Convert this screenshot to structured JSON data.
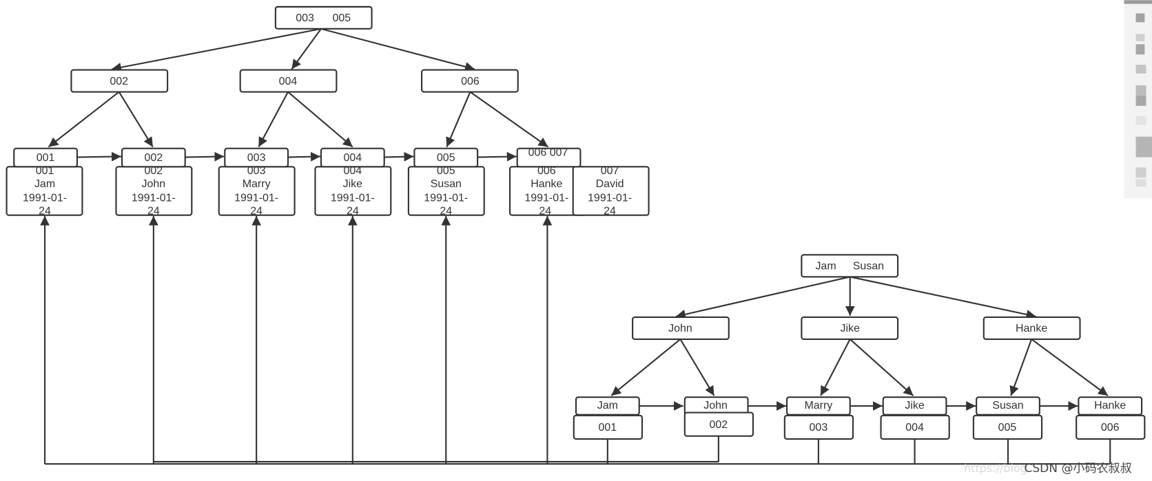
{
  "clustered_index": {
    "root": {
      "keys": [
        "003",
        "005"
      ]
    },
    "internal": [
      {
        "key": "002"
      },
      {
        "key": "004"
      },
      {
        "key": "006"
      }
    ],
    "leaf_keys": [
      "001",
      "002",
      "003",
      "004",
      "005",
      "006 007"
    ],
    "rows": [
      {
        "id": "001",
        "name": "Jam",
        "date_lines": [
          "1991-01-",
          "24"
        ]
      },
      {
        "id": "002",
        "name": "John",
        "date_lines": [
          "1991-01-",
          "24"
        ]
      },
      {
        "id": "003",
        "name": "Marry",
        "date_lines": [
          "1991-01-",
          "24"
        ]
      },
      {
        "id": "004",
        "name": "Jike",
        "date_lines": [
          "1991-01-",
          "24"
        ]
      },
      {
        "id": "005",
        "name": "Susan",
        "date_lines": [
          "1991-01-",
          "24"
        ]
      },
      {
        "id": "006",
        "name": "Hanke",
        "date_lines": [
          "1991-01-",
          "24"
        ]
      },
      {
        "id": "007",
        "name": "David",
        "date_lines": [
          "1991-01-",
          "24"
        ]
      }
    ]
  },
  "secondary_index": {
    "root": {
      "keys": [
        "Jam",
        "Susan"
      ]
    },
    "internal": [
      {
        "key": "John"
      },
      {
        "key": "Jike"
      },
      {
        "key": "Hanke"
      }
    ],
    "leaves": [
      {
        "key": "Jam",
        "ref": "001"
      },
      {
        "key": "John",
        "ref": "002"
      },
      {
        "key": "Marry",
        "ref": "003"
      },
      {
        "key": "Jike",
        "ref": "004"
      },
      {
        "key": "Susan",
        "ref": "005"
      },
      {
        "key": "Hanke",
        "ref": "006"
      }
    ]
  },
  "watermark": {
    "url_prefix": "https://blog",
    "text": "CSDN @小码农叔叔"
  },
  "colors": {
    "stroke": "#333333",
    "node_fill": "#ffffff",
    "watermark": "#444444",
    "watermark_faint": "#d9d9d9"
  }
}
